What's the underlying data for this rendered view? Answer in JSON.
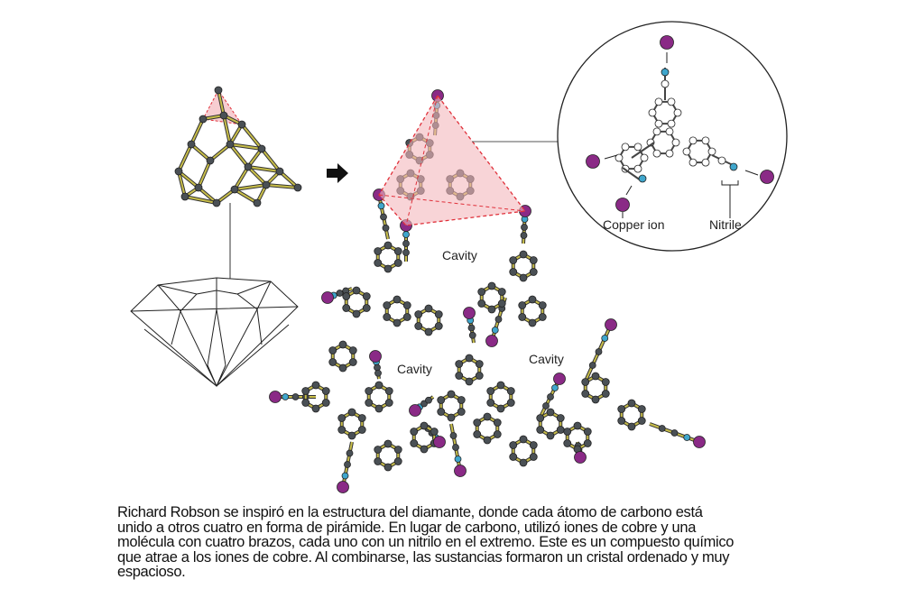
{
  "labels": {
    "cavity_top": "Cavity",
    "cavity_left": "Cavity",
    "cavity_right": "Cavity",
    "copper_ion": "Copper ion",
    "nitrile": "Nitrile"
  },
  "caption": {
    "lines": [
      "Richard Robson se inspiró en la estructura del diamante, donde cada átomo de carbono está",
      "unido a otros cuatro en forma de pirámide. En lugar de carbono, utilizó iones de cobre y una",
      "molécula con cuatro brazos, cada uno con un nitrilo en el extremo. Este es un compuesto químico",
      "que atrae a los iones de cobre. Al combinarse, las sustancias formaron un cristal ordenado y muy",
      "espacioso."
    ]
  },
  "colors": {
    "copper": "#8a2a86",
    "nitrogen": "#3fa6cc",
    "carbon": "#4a5055",
    "bond": "#c8be4a",
    "pyramid": "#f4b8bd",
    "pyramid_edge": "#e0303a"
  }
}
